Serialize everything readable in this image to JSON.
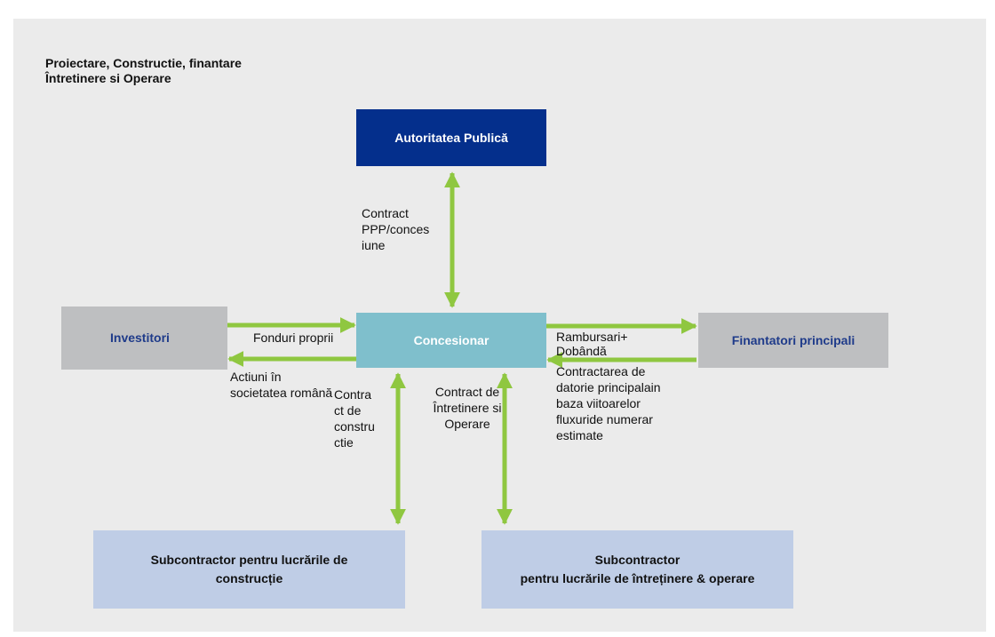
{
  "title": {
    "line1": "Proiectare, Constructie, finantare",
    "line2": "Întretinere si Operare"
  },
  "boxes": {
    "authority": "Autoritatea Publică",
    "investors": "Investitori",
    "concessionaire": "Concesionar",
    "financiers": "Finantatori principali",
    "sub_construction_line1": "Subcontractor pentru lucrările de",
    "sub_construction_line2": "construcție",
    "sub_maintenance_line1": "Subcontractor",
    "sub_maintenance_line2": "pentru lucrările de întreținere & operare"
  },
  "labels": {
    "ppp": [
      "Contract",
      "PPP/conces",
      "iune"
    ],
    "own_funds": "Fonduri proprii",
    "shares": [
      "Actiuni în",
      "societatea română"
    ],
    "construction_contract": [
      "Contra",
      "ct de",
      "constru",
      "ctie"
    ],
    "maintenance_contract": [
      "Contract de",
      "Întretinere si",
      "Operare"
    ],
    "repayments": [
      "Rambursari+",
      "Dobândă"
    ],
    "debt_contract": [
      "Contractarea de",
      "datorie principalain",
      "baza viitoarelor",
      "fluxuride numerar",
      "estimate"
    ]
  },
  "colors": {
    "authority_bg": "#042f8c",
    "concessionaire_bg": "#7fbfcc",
    "grey_box_bg": "#bebfc1",
    "sub_box_bg": "#bfcde6",
    "grey_box_text": "#1f3b8a",
    "sub_box_text": "#111111",
    "arrow": "#8fc740",
    "canvas_bg": "#ebebeb"
  }
}
